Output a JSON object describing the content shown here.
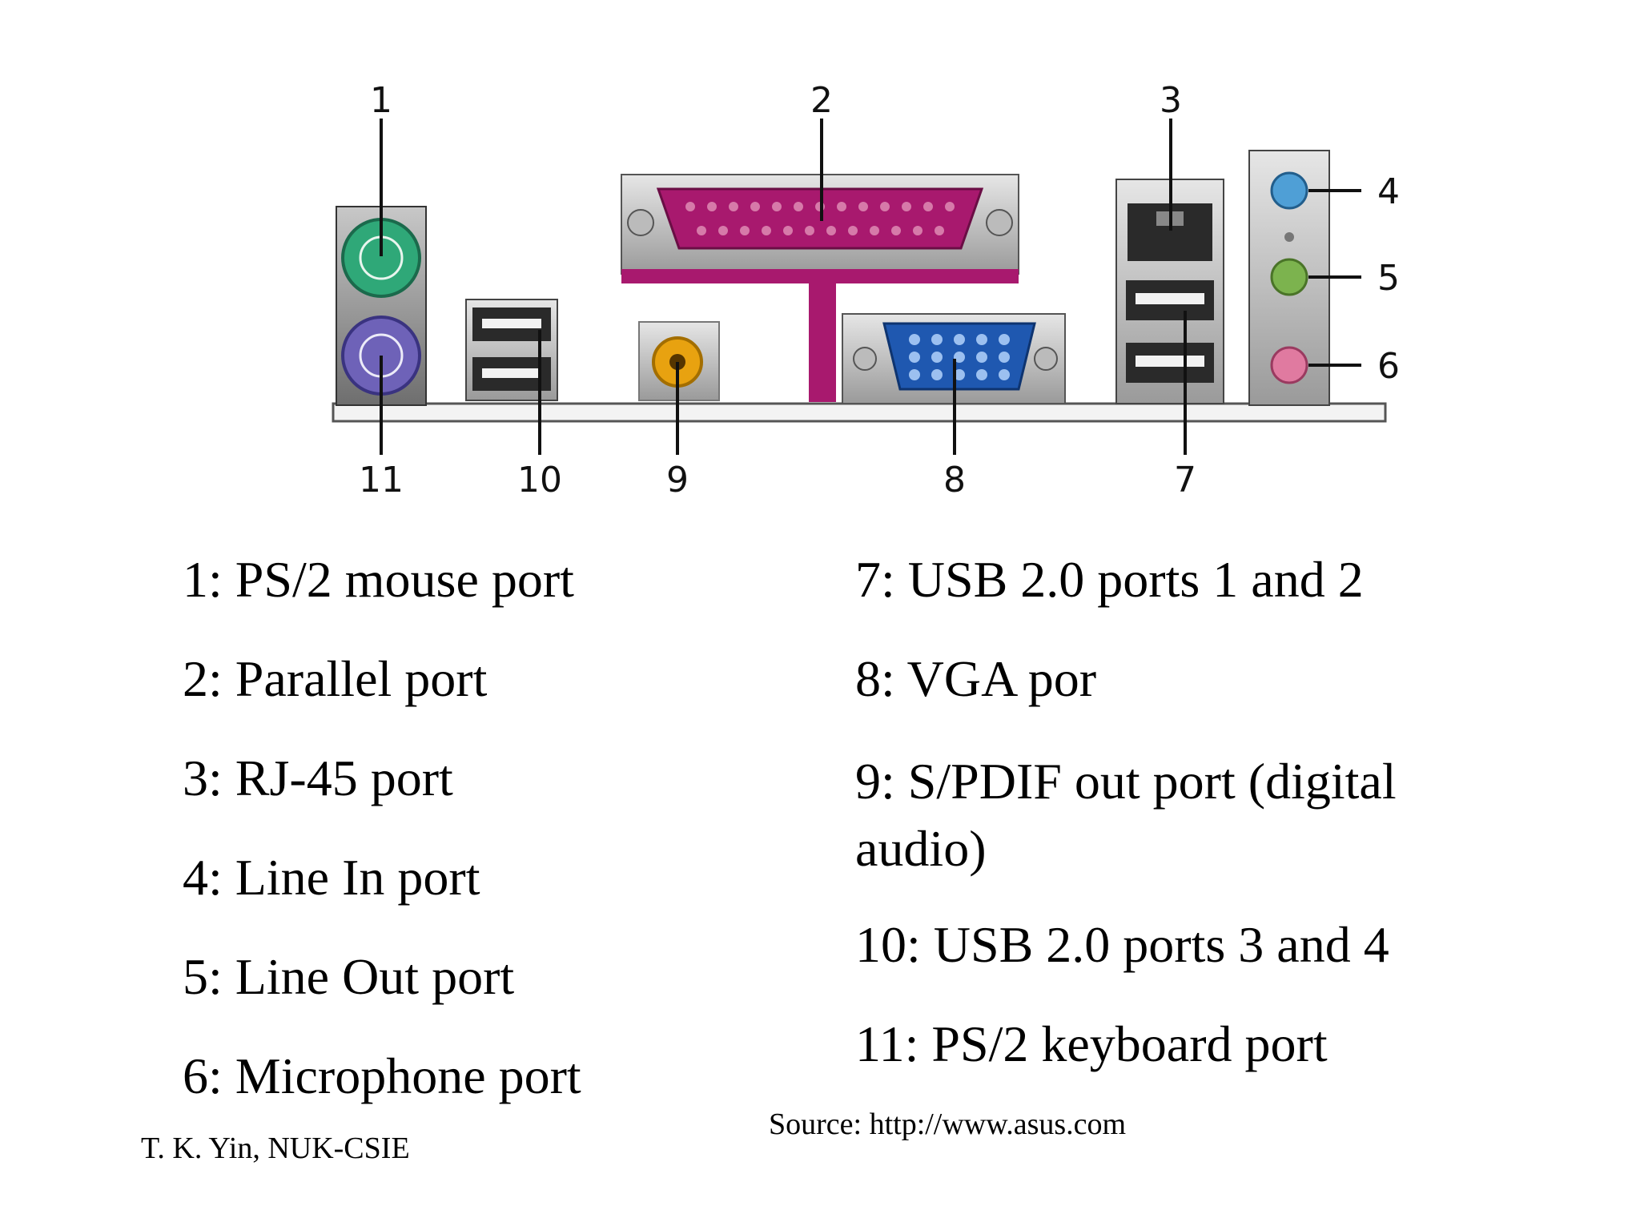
{
  "callouts": [
    "1",
    "2",
    "3",
    "4",
    "5",
    "6",
    "7",
    "8",
    "9",
    "10",
    "11"
  ],
  "legend_left": [
    "1: PS/2 mouse port",
    "2: Parallel port",
    "3: RJ-45 port",
    "4: Line In port",
    "5: Line Out port",
    "6: Microphone port"
  ],
  "legend_right": [
    "7: USB 2.0 ports 1 and 2",
    "8: VGA por",
    "9: S/PDIF out port (digital audio)",
    "10: USB 2.0 ports 3 and 4",
    "11: PS/2 keyboard port"
  ],
  "source": "Source: http://www.asus.com",
  "author": "T. K. Yin, NUK-CSIE",
  "colors": {
    "ps2_mouse": "#2fa878",
    "ps2_keyboard": "#6e62b8",
    "parallel": "#a8196e",
    "vga": "#1f58b0",
    "spdif": "#e8a210",
    "line_in": "#4f9fd6",
    "line_out": "#7cb34e",
    "mic": "#e07aa0"
  }
}
